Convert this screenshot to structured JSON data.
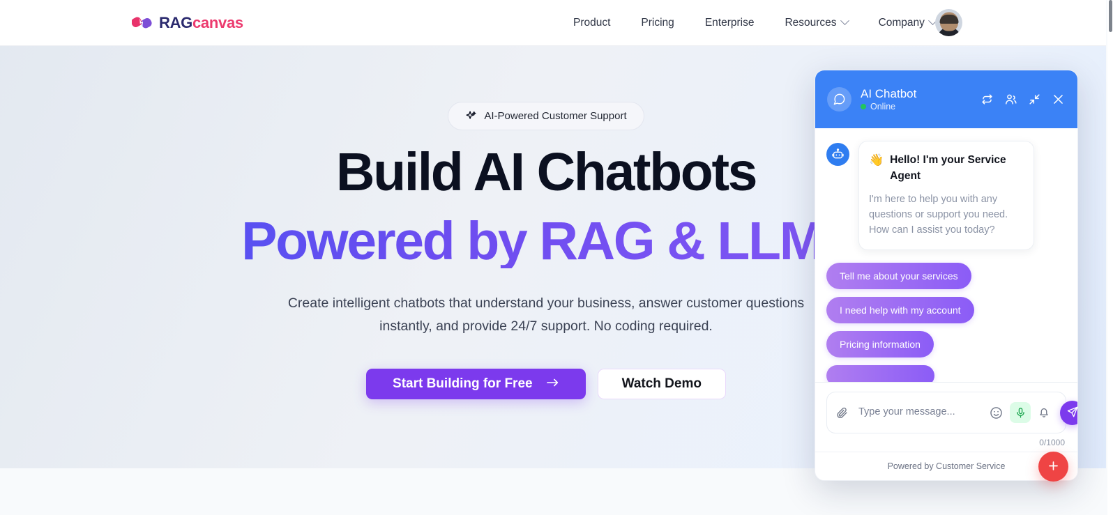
{
  "brand": {
    "part1": "RAG",
    "part2": "canvas",
    "logo_icon": "ragcanvas-logo-icon"
  },
  "nav": {
    "items": [
      {
        "label": "Product",
        "has_caret": false
      },
      {
        "label": "Pricing",
        "has_caret": false
      },
      {
        "label": "Enterprise",
        "has_caret": false
      },
      {
        "label": "Resources",
        "has_caret": true
      },
      {
        "label": "Company",
        "has_caret": true
      }
    ],
    "avatar_icon": "user-avatar"
  },
  "hero": {
    "badge": {
      "icon": "sparkles-icon",
      "label": "AI-Powered Customer Support"
    },
    "headline_line1": "Build AI Chatbots",
    "headline_line2": "Powered by RAG & LLMs",
    "subheadline": "Create intelligent chatbots that understand your business, answer customer questions\ninstantly, and provide 24/7 support. No coding required.",
    "primary_cta": "Start Building for Free",
    "primary_cta_icon": "arrow-right-icon",
    "secondary_cta": "Watch Demo"
  },
  "chat": {
    "header": {
      "avatar_icon": "chat-bubble-icon",
      "title": "AI Chatbot",
      "status": "Online",
      "status_color": "#22c55e",
      "actions": [
        {
          "name": "refresh-icon",
          "title": "Refresh"
        },
        {
          "name": "agent-handoff-icon",
          "title": "Agents"
        },
        {
          "name": "minimize-icon",
          "title": "Minimize"
        },
        {
          "name": "close-icon",
          "title": "Close"
        }
      ]
    },
    "message": {
      "avatar_icon": "robot-icon",
      "emoji": "👋",
      "title": "Hello! I'm your Service Agent",
      "body": "I'm here to help you with any questions or support you need. How can I assist you today?"
    },
    "quick_replies": [
      "Tell me about your services",
      "I need help with my account",
      "Pricing information",
      ""
    ],
    "input": {
      "attach_icon": "paperclip-icon",
      "placeholder": "Type your message...",
      "value": "",
      "emoji_icon": "emoji-smiley-icon",
      "mic_icon": "microphone-icon",
      "bell_icon": "bell-icon",
      "send_icon": "send-icon",
      "counter": "0/1000"
    },
    "footer": "Powered by Customer Service"
  },
  "fab": {
    "icon": "plus-icon",
    "label": "+"
  },
  "colors": {
    "chat_header": "#3b82f6",
    "primary_purple": "#7c3aed",
    "chip_gradient_start": "#b07ef0",
    "chip_gradient_end": "#8b5cf6",
    "fab_red": "#ef4444",
    "brand_pink": "#ec3a6e",
    "brand_navy": "#2b2a6e"
  }
}
